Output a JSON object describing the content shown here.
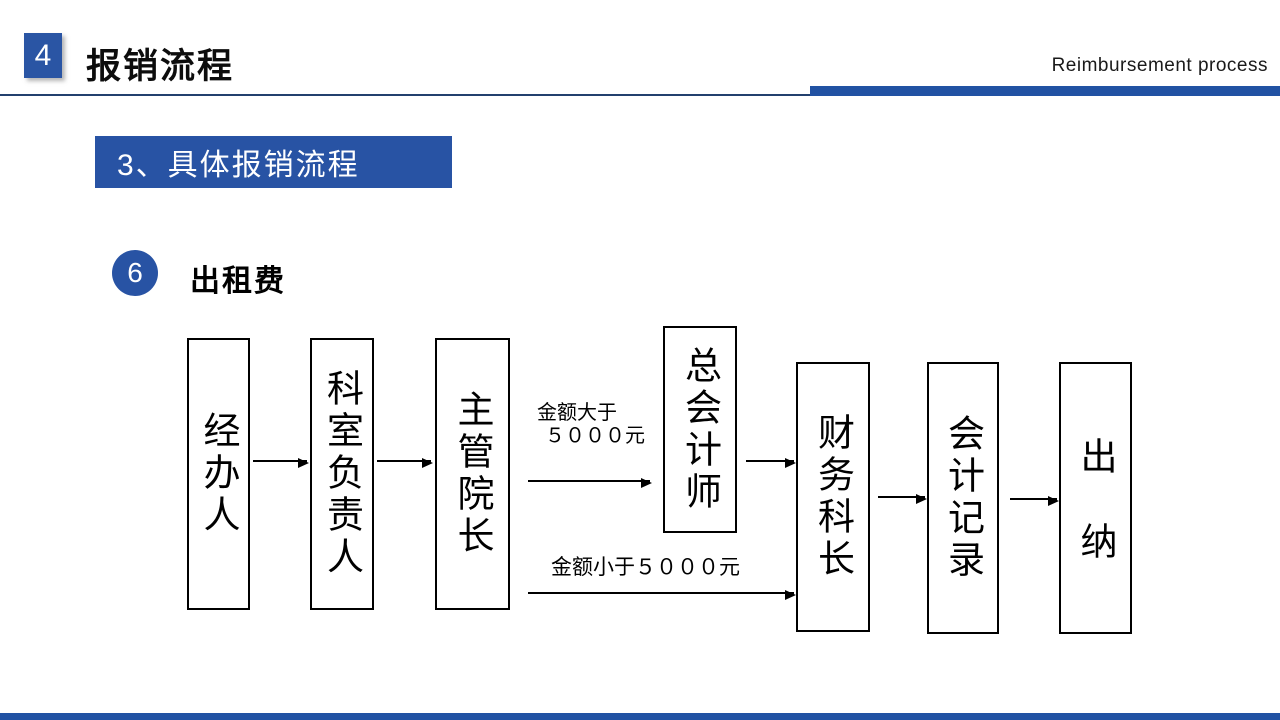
{
  "slide": {
    "header": {
      "chapter_number": "4",
      "title": "报销流程",
      "subtitle_en": "Reimbursement process"
    },
    "section": {
      "title": "3、具体报销流程"
    },
    "item": {
      "number": "6",
      "label": "出租费"
    },
    "flow": {
      "boxes": [
        {
          "label": "经办人"
        },
        {
          "label": "科室负责人"
        },
        {
          "label": "主管院长"
        },
        {
          "label": "总会计师"
        },
        {
          "label": "财务科长"
        },
        {
          "label": "会计记录"
        },
        {
          "label": "出纳"
        }
      ],
      "branch_upper_line1": "金额大于",
      "branch_upper_line2": "５０００元",
      "branch_lower": "金额小于５０００元"
    },
    "colors": {
      "accent_blue": "#2152a3"
    }
  }
}
